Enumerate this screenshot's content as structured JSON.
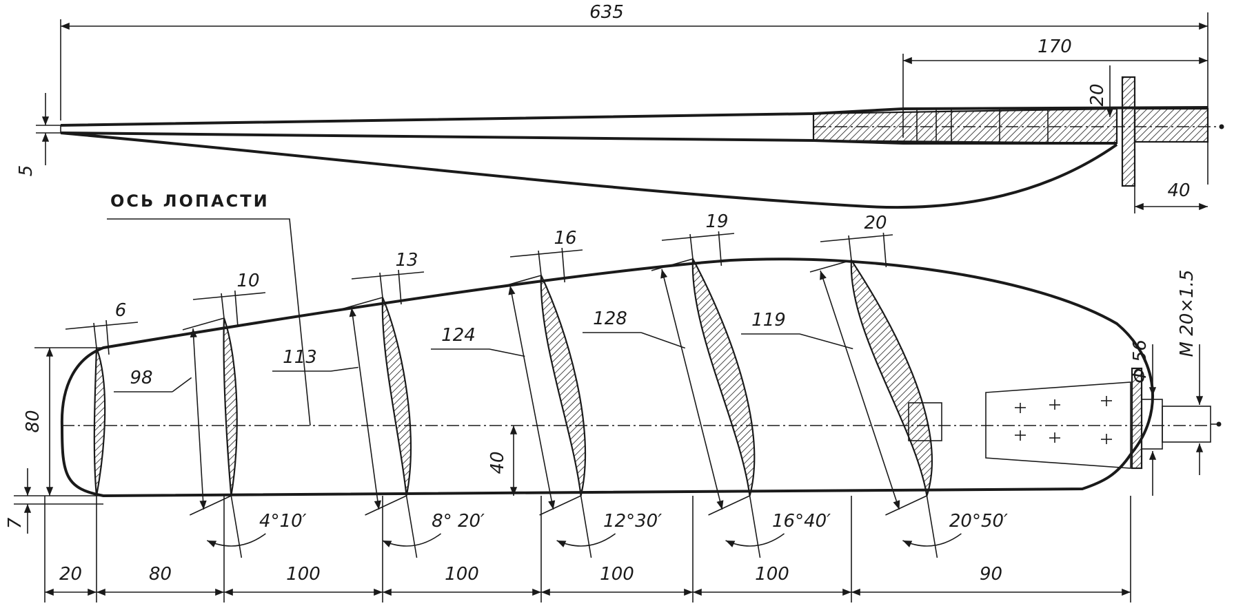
{
  "top_view": {
    "overall_length": "635",
    "hub_length": "170",
    "hub_offset": "20",
    "root_thickness": "5",
    "flange_width": "40"
  },
  "blade": {
    "axis_label": "ОСЬ ЛОПАСТИ",
    "tip_height": "80",
    "trailing_gap": "7",
    "axis_offset": "40",
    "hub_diameter": "Ф 56",
    "thread": "M 20×1.5",
    "sections": [
      {
        "thickness": "6",
        "chord": "",
        "angle": ""
      },
      {
        "thickness": "10",
        "chord": "98",
        "angle": "4°10′"
      },
      {
        "thickness": "13",
        "chord": "113",
        "angle": "8° 20′"
      },
      {
        "thickness": "16",
        "chord": "124",
        "angle": "12°30′"
      },
      {
        "thickness": "19",
        "chord": "128",
        "angle": "16°40′"
      },
      {
        "thickness": "20",
        "chord": "119",
        "angle": "20°50′"
      }
    ],
    "spacings": [
      "20",
      "80",
      "100",
      "100",
      "100",
      "100",
      "90"
    ]
  }
}
